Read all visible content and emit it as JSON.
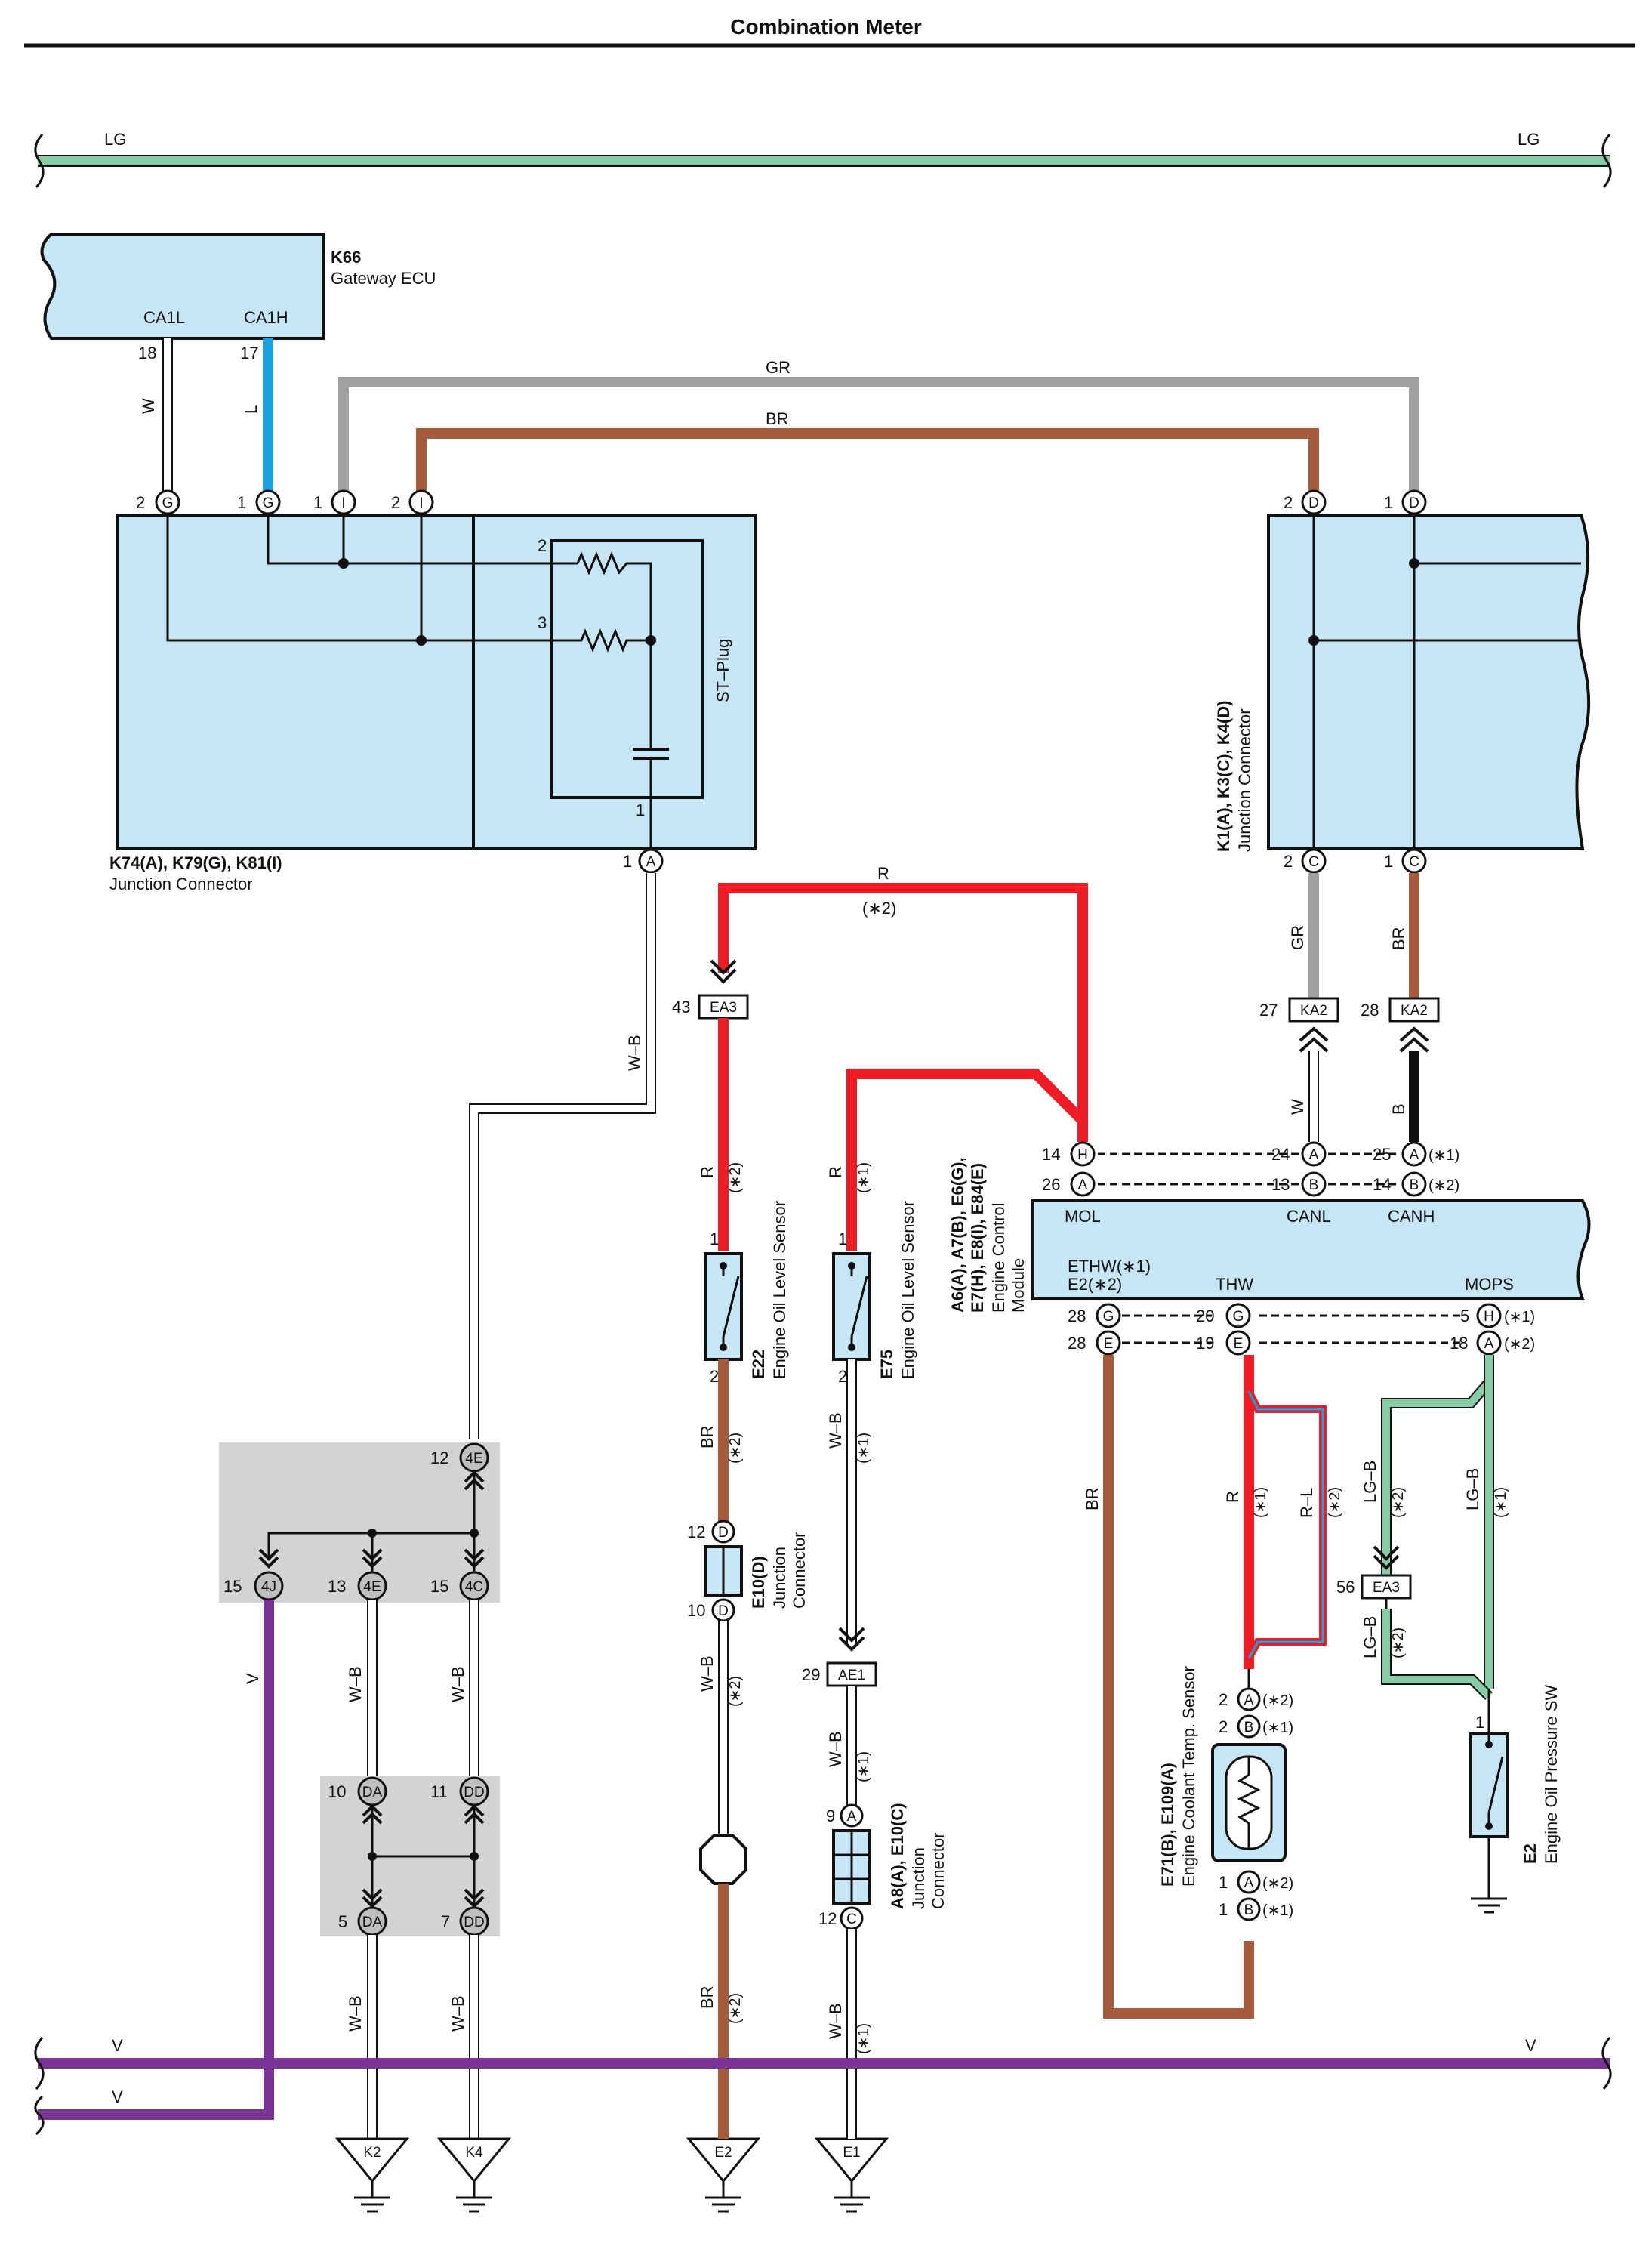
{
  "title": "Combination Meter",
  "colors": {
    "LG": "#86cca4",
    "L": "#1aa0de",
    "GR": "#a0a0a0",
    "BR": "#a65a3c",
    "R": "#ee1c25",
    "V": "#7a3496",
    "B": "#111111",
    "W": "#ffffff",
    "box": "#c7e6f5",
    "splice": "#d3d3d3"
  },
  "bus": {
    "lg_left": "LG",
    "lg_right": "LG",
    "v_left": "V",
    "v_left2": "V",
    "v_right": "V"
  },
  "gateway": {
    "code": "K66",
    "name": "Gateway ECU",
    "pin_ca1l": "CA1L",
    "pin_ca1h": "CA1H",
    "pin18": "18",
    "pin17": "17",
    "wire_w": "W",
    "wire_l": "L"
  },
  "wires_top": {
    "gr": "GR",
    "br": "BR"
  },
  "jc_left": {
    "code": "K74(A), K79(G), K81(I)",
    "name": "Junction Connector",
    "p2": "2",
    "p1": "1",
    "p1b": "1",
    "p2b": "2",
    "g": "G",
    "i": "I",
    "st_plug": "ST–Plug",
    "sp2": "2",
    "sp3": "3",
    "sp1": "1",
    "out_pin": "1",
    "out_a": "A",
    "wire_wb": "W–B"
  },
  "jc_right": {
    "code": "K1(A), K3(C), K4(D)",
    "name": "Junction Connector",
    "p2": "2",
    "p1": "1",
    "d": "D",
    "c": "C",
    "wire_gr": "GR",
    "wire_br": "BR"
  },
  "ka2": {
    "label": "KA2",
    "p27": "27",
    "p28": "28",
    "wire_w": "W",
    "wire_b": "B"
  },
  "red_top": {
    "r": "R",
    "note": "(∗2)"
  },
  "ea3_top": {
    "pin": "43",
    "label": "EA3"
  },
  "ecm": {
    "code": "A6(A), A7(B), E6(G),",
    "code2": "E7(H), E8(I), E84(E)",
    "name1": "Engine Control",
    "name2": "Module",
    "rows": [
      {
        "l": "14",
        "lc": "H",
        "m": "24",
        "mc": "A",
        "r": "25",
        "rc": "A",
        "n": "(∗1)"
      },
      {
        "l": "26",
        "lc": "A",
        "m": "13",
        "mc": "B",
        "r": "14",
        "rc": "B",
        "n": "(∗2)"
      },
      {
        "l": "28",
        "lc": "G",
        "m": "20",
        "mc": "G",
        "r": "5",
        "rc": "H",
        "n": "(∗1)"
      },
      {
        "l": "28",
        "lc": "E",
        "m": "19",
        "mc": "E",
        "r": "18",
        "rc": "A",
        "n": "(∗2)"
      }
    ],
    "mol": "MOL",
    "canl": "CANL",
    "canh": "CANH",
    "ethw": "ETHW(∗1)",
    "e2": "E2(∗2)",
    "thw": "THW",
    "mops": "MOPS"
  },
  "e22": {
    "code": "E22",
    "name": "Engine Oil Level Sensor",
    "p1": "1",
    "p2": "2",
    "wire_r": "R",
    "n2": "(∗2)",
    "wire_br": "BR",
    "nb": "(∗2)"
  },
  "e75": {
    "code": "E75",
    "name": "Engine Oil Level Sensor",
    "p1": "1",
    "p2": "2",
    "wire_r": "R",
    "n1": "(∗1)",
    "wire_wb": "W–B",
    "nb": "(∗1)"
  },
  "e10d": {
    "code": "E10(D)",
    "name1": "Junction",
    "name2": "Connector",
    "p12": "12",
    "p10": "10",
    "d": "D",
    "wire_wb": "W–B",
    "n": "(∗2)",
    "wire_br": "BR",
    "nbr": "(∗2)"
  },
  "ae1": {
    "pin": "29",
    "label": "AE1",
    "wire_wb": "W–B",
    "n": "(∗1)"
  },
  "a8": {
    "code": "A8(A), E10(C)",
    "name1": "Junction",
    "name2": "Connector",
    "p9": "9",
    "a": "A",
    "p12": "12",
    "c": "C",
    "wire_wb": "W–B",
    "n": "(∗1)"
  },
  "splice_top": {
    "p12": "12",
    "c4e": "4E",
    "p15": "15",
    "c4j": "4J",
    "p13": "13",
    "c4e2": "4E",
    "p15b": "15",
    "c4c": "4C",
    "wire_v": "V",
    "wire_wb1": "W–B",
    "wire_wb2": "W–B"
  },
  "splice_bot": {
    "p10": "10",
    "da": "DA",
    "p11": "11",
    "dd": "DD",
    "p5": "5",
    "da2": "DA",
    "p7": "7",
    "dd2": "DD",
    "wire_wb1": "W–B",
    "wire_wb2": "W–B"
  },
  "grounds": {
    "k2": "K2",
    "k4": "K4",
    "e2": "E2",
    "e1": "E1"
  },
  "thw_wires": {
    "br": "BR",
    "r": "R",
    "n1": "(∗1)",
    "rl": "R–L",
    "n2": "(∗2)"
  },
  "mops_wires": {
    "lgb": "LG–B",
    "n2": "(∗2)",
    "lgb2": "LG–B",
    "n1": "(∗1)",
    "lgb3": "LG–B",
    "n3": "(∗2)"
  },
  "ea3_low": {
    "pin": "56",
    "label": "EA3"
  },
  "e71": {
    "code": "E71(B), E109(A)",
    "name": "Engine Coolant Temp.  Sensor",
    "t1": "2",
    "t1c": "A",
    "t1n": "(∗2)",
    "t2": "2",
    "t2c": "B",
    "t2n": "(∗1)",
    "b1": "1",
    "b1c": "A",
    "b1n": "(∗2)",
    "b2": "1",
    "b2c": "B",
    "b2n": "(∗1)"
  },
  "e2sw": {
    "code": "E2",
    "name": "Engine Oil Pressure SW",
    "p1": "1"
  }
}
